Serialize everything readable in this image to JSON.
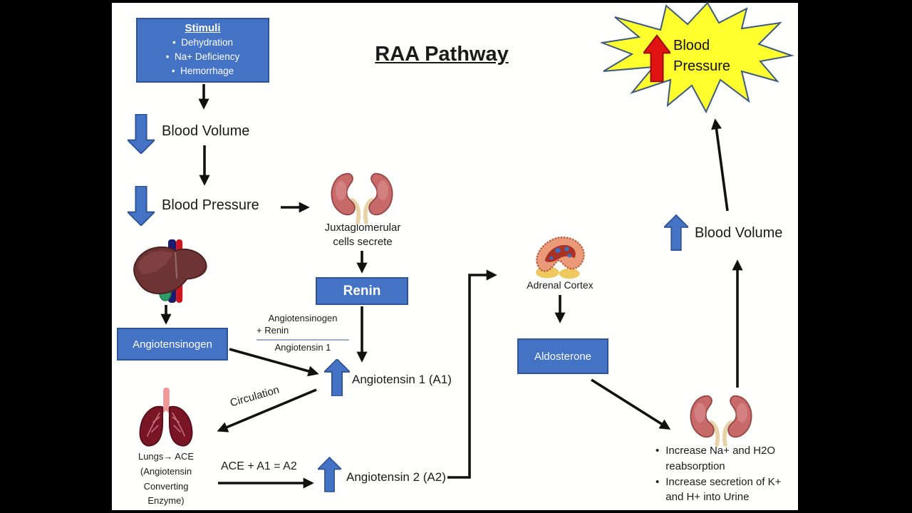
{
  "diagram_title": "RAA Pathway",
  "colors": {
    "box_blue": "#4472C4",
    "box_border": "#2F5496",
    "block_arrow_blue": "#4472C4",
    "starburst_yellow": "#FFFF2E",
    "starburst_border": "#3C5A80",
    "red_arrow": "#E01212",
    "connector_black": "#111111",
    "slide_background": "#FFFFFD",
    "letterbox": "#000000"
  },
  "stimuli": {
    "title": "Stimuli",
    "items": [
      "Dehydration",
      "Na+ Deficiency",
      "Hemorrhage"
    ]
  },
  "nodes": {
    "blood_volume_left": "Blood Volume",
    "blood_pressure_left": "Blood Pressure",
    "juxtaglomerular": {
      "line1": "Juxtaglomerular",
      "line2": "cells secrete"
    },
    "renin": "Renin",
    "reaction": {
      "numerator_line1": "Angiotensinogen",
      "numerator_line2": "+ Renin",
      "denominator": "Angiotensin 1"
    },
    "angiotensinogen": "Angiotensinogen",
    "angiotensin1": "Angiotensin 1 (A1)",
    "circulation": "Circulation",
    "lungs_caption": {
      "line1": "Lungs→ ACE",
      "line2": "(Angiotensin",
      "line3": "Converting",
      "line4": "Enzyme)"
    },
    "ace_equation": "ACE + A1 = A2",
    "angiotensin2": "Angiotensin 2 (A2)",
    "adrenal_cortex": "Adrenal Cortex",
    "aldosterone": "Aldosterone",
    "kidney_effects": [
      "Increase Na+ and H2O reabsorption",
      "Increase secretion of K+ and H+ into Urine"
    ],
    "blood_volume_right": "Blood Volume",
    "blood_pressure_burst": {
      "line1": "Blood",
      "line2": "Pressure"
    }
  },
  "icons": {
    "kidneys_left": "kidneys-icon",
    "liver": "liver-icon",
    "lungs": "lungs-icon",
    "adrenal": "adrenal-gland-icon",
    "kidneys_right": "kidneys-icon"
  }
}
